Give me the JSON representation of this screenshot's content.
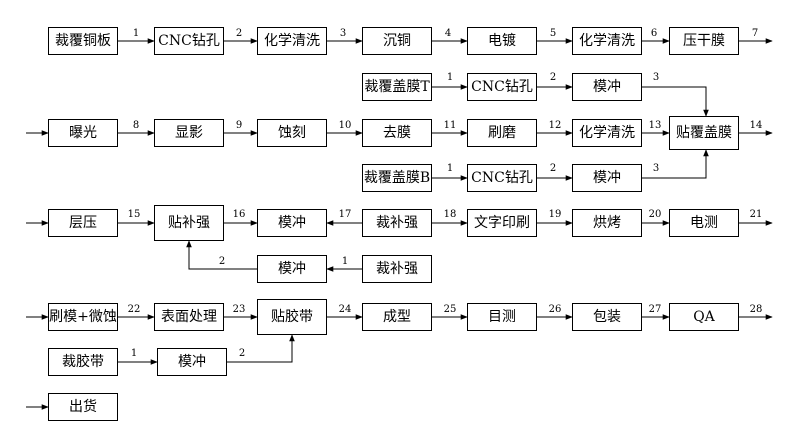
{
  "nodes": {
    "r1_cut_ccl": "裁覆铜板",
    "r1_cnc_drill": "CNC钻孔",
    "r1_chem_clean": "化学清洗",
    "r1_pth": "沉铜",
    "r1_plating": "电镀",
    "r1_chem_clean2": "化学清洗",
    "r1_press_dry_film": "压干膜",
    "cov_t_cut": "裁覆盖膜T",
    "cov_t_cnc": "CNC钻孔",
    "cov_t_punch": "模冲",
    "r2_exposure": "曝光",
    "r2_develop": "显影",
    "r2_etch": "蚀刻",
    "r2_strip": "去膜",
    "r2_brush": "刷磨",
    "r2_chem_clean": "化学清洗",
    "r2_laminate_cov": "贴覆盖膜",
    "cov_b_cut": "裁覆盖膜B",
    "cov_b_cnc": "CNC钻孔",
    "cov_b_punch": "模冲",
    "r3_lamination": "层压",
    "r3_attach_stiff": "贴补强",
    "r3_punch": "模冲",
    "r3_cut_stiff": "裁补强",
    "r3_print": "文字印刷",
    "r3_bake": "烘烤",
    "r3_etest": "电测",
    "stiff_punch": "模冲",
    "stiff_cut": "裁补强",
    "r4_brush_etch": "刷模+微蚀",
    "r4_surface": "表面处理",
    "r4_tape": "贴胶带",
    "r4_forming": "成型",
    "r4_visual": "目测",
    "r4_packing": "包装",
    "r4_qa": "QA",
    "tape_cut": "裁胶带",
    "tape_punch": "模冲",
    "ship": "出货"
  },
  "steps": [
    "1",
    "2",
    "3",
    "4",
    "5",
    "6",
    "7",
    "8",
    "9",
    "10",
    "11",
    "12",
    "13",
    "14",
    "15",
    "16",
    "17",
    "18",
    "19",
    "20",
    "21",
    "22",
    "23",
    "24",
    "25",
    "26",
    "27",
    "28"
  ],
  "sub_steps": {
    "cov_t": [
      "1",
      "2",
      "3"
    ],
    "cov_b": [
      "1",
      "2",
      "3"
    ],
    "stiff": [
      "1",
      "2"
    ],
    "tape": [
      "1",
      "2"
    ]
  }
}
